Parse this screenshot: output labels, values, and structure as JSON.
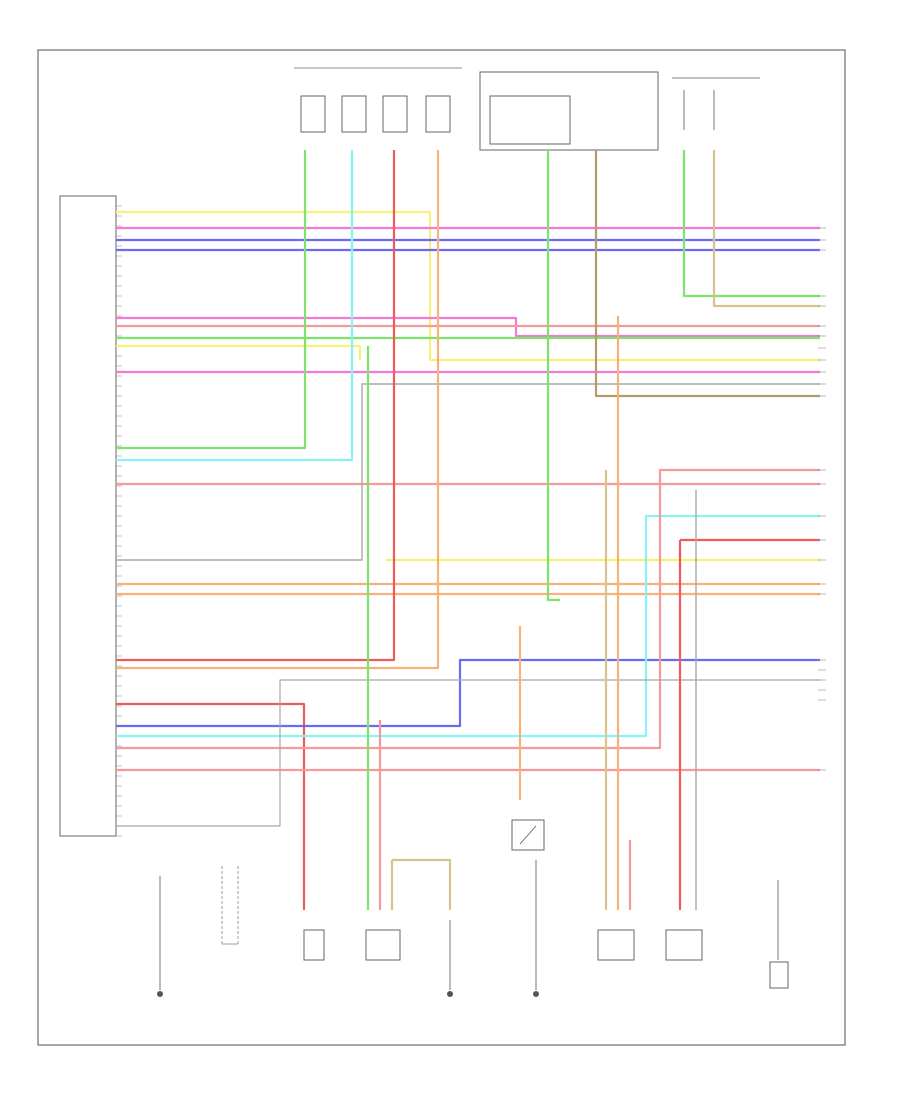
{
  "footer": {
    "code": ""
  },
  "ecm_label": "",
  "top_module": "",
  "connector_block": "",
  "wire_colors": {
    "yellow": "#f7f07a",
    "pink": "#f07ad6",
    "blue": "#6a6af5",
    "green": "#7ee36b",
    "red": "#f05a5a",
    "light_red": "#f59a9a",
    "orange": "#f7b27a",
    "cyan": "#8af2f2",
    "gray": "#a8a8a8",
    "tan": "#d8c48a",
    "brown": "#b89a6a"
  },
  "components": [
    {
      "id": "coil1",
      "name": ""
    },
    {
      "id": "coil2",
      "name": ""
    },
    {
      "id": "coil3",
      "name": ""
    },
    {
      "id": "coil4",
      "name": ""
    },
    {
      "id": "ground_a",
      "name": ""
    },
    {
      "id": "knock_sensor",
      "name": ""
    },
    {
      "id": "camshaft_sensor",
      "name": ""
    },
    {
      "id": "crank_sensor",
      "name": ""
    },
    {
      "id": "ground_b",
      "name": ""
    },
    {
      "id": "ground_c",
      "name": ""
    },
    {
      "id": "map_sensor",
      "name": ""
    },
    {
      "id": "o2_sensor",
      "name": ""
    },
    {
      "id": "fuse",
      "name": ""
    }
  ]
}
